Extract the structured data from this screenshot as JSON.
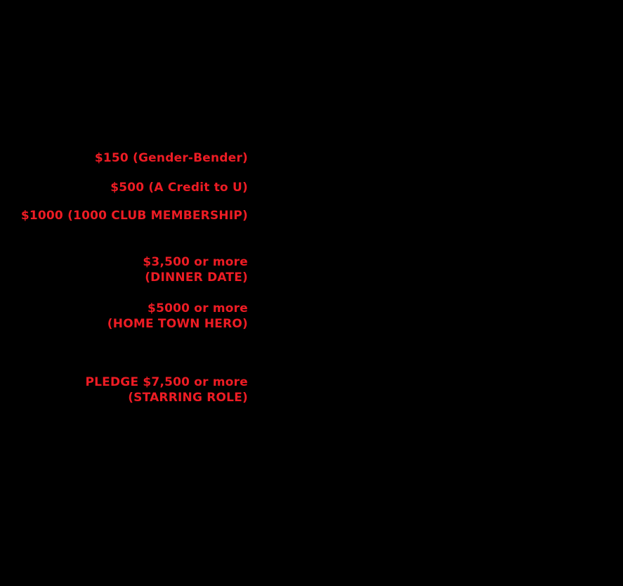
{
  "page": {
    "description": "Pledge level options from a donation form, red labels on black background",
    "colors": {
      "background": "#000000",
      "label_red": "#ed1c24"
    }
  },
  "pledge_options": [
    {
      "lines": {
        "0": "$150 (Gender-Bender)"
      }
    },
    {
      "lines": {
        "0": "$500 (A Credit to U)"
      }
    },
    {
      "lines": {
        "0": "$1000 (1000 CLUB MEMBERSHIP)"
      }
    },
    {
      "lines": {
        "0": "$3,500 or more",
        "1": "(DINNER DATE)"
      }
    },
    {
      "lines": {
        "0": "$5000 or more",
        "1": "(HOME TOWN HERO)"
      }
    },
    {
      "lines": {
        "0": "PLEDGE $7,500 or more",
        "1": "(STARRING ROLE)"
      }
    }
  ]
}
